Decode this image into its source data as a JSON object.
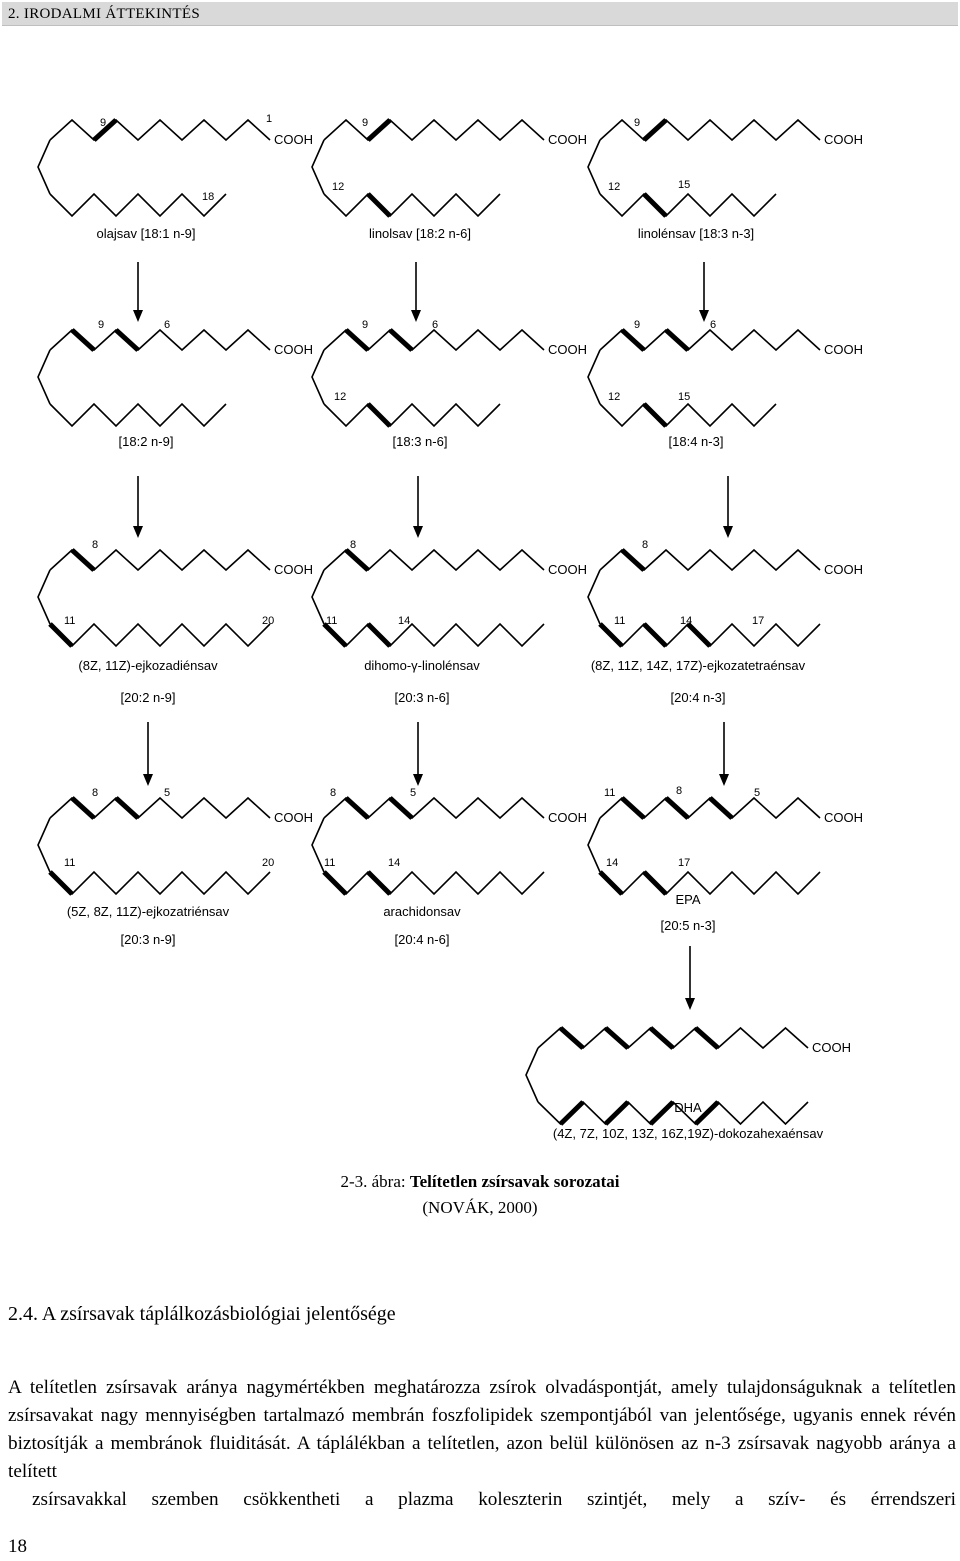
{
  "header": {
    "chapter": "2. IRODALMI ÁTTEKINTÉS"
  },
  "figure": {
    "row1": [
      {
        "name": "olajsav",
        "formula": "[18:1 n-9]",
        "positions": [
          "9",
          "18",
          "1"
        ],
        "group": "COOH"
      },
      {
        "name": "linolsav",
        "formula": "[18:2 n-6]",
        "positions": [
          "9",
          "12"
        ],
        "group": "COOH"
      },
      {
        "name": "linolénsav",
        "formula": "[18:3 n-3]",
        "positions": [
          "9",
          "12",
          "15"
        ],
        "group": "COOH"
      }
    ],
    "row2": [
      {
        "formula": "[18:2 n-9]",
        "positions": [
          "9",
          "6"
        ],
        "group": "COOH"
      },
      {
        "formula": "[18:3 n-6]",
        "positions": [
          "9",
          "6",
          "12"
        ],
        "group": "COOH"
      },
      {
        "formula": "[18:4 n-3]",
        "positions": [
          "9",
          "6",
          "12",
          "15"
        ],
        "group": "COOH"
      }
    ],
    "row3": [
      {
        "name": "(8Z, 11Z)-ejkozadiénsav",
        "formula": "[20:2 n-9]",
        "positions": [
          "8",
          "11",
          "20"
        ],
        "group": "COOH"
      },
      {
        "name": "dihomo-γ-linolénsav",
        "formula": "[20:3 n-6]",
        "positions": [
          "8",
          "11",
          "14"
        ],
        "group": "COOH"
      },
      {
        "name": "(8Z, 11Z, 14Z, 17Z)-ejkozatetraénsav",
        "formula": "[20:4 n-3]",
        "positions": [
          "8",
          "11",
          "14",
          "17"
        ],
        "group": "COOH"
      }
    ],
    "row4": [
      {
        "name": "(5Z, 8Z, 11Z)-ejkozatriénsav",
        "formula": "[20:3 n-9]",
        "positions": [
          "8",
          "5",
          "11",
          "20"
        ],
        "group": "COOH"
      },
      {
        "name": "arachidonsav",
        "formula": "[20:4 n-6]",
        "positions": [
          "8",
          "5",
          "11",
          "14"
        ],
        "group": "COOH"
      },
      {
        "name": "EPA",
        "formula": "[20:5 n-3]",
        "positions": [
          "11",
          "8",
          "5",
          "14",
          "17"
        ],
        "group": "COOH"
      }
    ],
    "row5": {
      "name": "DHA",
      "formula": "(4Z, 7Z, 10Z, 13Z, 16Z,19Z)-dokozahexaénsav",
      "group": "COOH"
    }
  },
  "caption": {
    "number": "2-3. ábra:",
    "title": "Telítetlen zsírsavak sorozatai",
    "source": "(NOVÁK, 2000)"
  },
  "section": {
    "title": "2.4. A zsírsavak táplálkozásbiológiai jelentősége"
  },
  "paragraph": {
    "text": "A telítetlen zsírsavak aránya nagymértékben meghatározza zsírok olvadáspontját, amely tulajdonságuknak a telítetlen zsírsavakat nagy mennyiségben tartalmazó membrán foszfolipidek szempontjából van jelentősége, ugyanis ennek révén biztosítják a membránok fluiditását. A táplálékban a telítetlen, azon belül különösen az n-3 zsírsavak nagyobb aránya a telített",
    "last_line": "zsírsavakkal szemben csökkentheti a plazma koleszterin szintjét, mely a szív- és érrendszeri"
  },
  "page_number": "18"
}
